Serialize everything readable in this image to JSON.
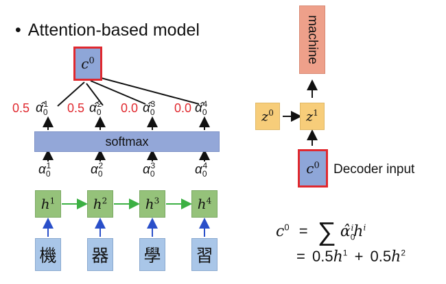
{
  "title": "Attention-based model",
  "encoder": {
    "inputs": [
      "機",
      "器",
      "學",
      "習"
    ],
    "hidden": [
      {
        "base": "h",
        "sup": "1"
      },
      {
        "base": "h",
        "sup": "2"
      },
      {
        "base": "h",
        "sup": "3"
      },
      {
        "base": "h",
        "sup": "4"
      }
    ],
    "alphas": [
      {
        "base": "α",
        "sub": "0",
        "sup": "1"
      },
      {
        "base": "α",
        "sub": "0",
        "sup": "2"
      },
      {
        "base": "α",
        "sub": "0",
        "sup": "3"
      },
      {
        "base": "α",
        "sub": "0",
        "sup": "4"
      }
    ],
    "alpha_hats": [
      {
        "base": "α̂",
        "sub": "0",
        "sup": "1",
        "value": "0.5"
      },
      {
        "base": "α̂",
        "sub": "0",
        "sup": "2",
        "value": "0.5"
      },
      {
        "base": "α̂",
        "sub": "0",
        "sup": "3",
        "value": "0.0"
      },
      {
        "base": "α̂",
        "sub": "0",
        "sup": "4",
        "value": "0.0"
      }
    ],
    "softmax_label": "softmax",
    "context": {
      "base": "c",
      "sup": "0"
    }
  },
  "decoder": {
    "output_label": "machine",
    "z0": {
      "base": "z",
      "sup": "0"
    },
    "z1": {
      "base": "z",
      "sup": "1"
    },
    "input": {
      "base": "c",
      "sup": "0"
    },
    "input_caption": "Decoder input"
  },
  "equations": {
    "line1_lhs": "c",
    "line1_lhs_sup": "0",
    "line1_rhs_eq": "=",
    "line1_sum": "∑",
    "line1_term": "α̂",
    "line1_term_sub": "0",
    "line1_term_sup": "i",
    "line1_term2": "h",
    "line1_term2_sup": "i",
    "line2_eq": "=",
    "line2_a": "0.5",
    "line2_h1": "h",
    "line2_h1_sup": "1",
    "line2_plus": "+",
    "line2_b": "0.5",
    "line2_h2": "h",
    "line2_h2_sup": "2"
  },
  "colors": {
    "red": "#e0282e",
    "green_arrow": "#3cb043",
    "blue_arrow": "#2a4fc9",
    "black": "#111111"
  }
}
